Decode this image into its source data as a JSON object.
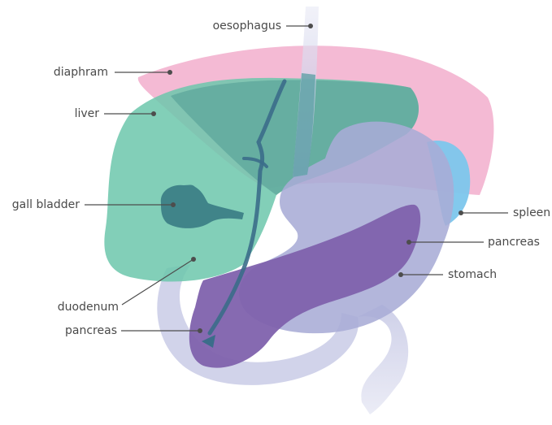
{
  "labels": {
    "oesophagus": "oesophagus",
    "diaphram": "diaphram",
    "liver": "liver",
    "gall_bladder": "gall bladder",
    "duodenum": "duodenum",
    "pancreas_left": "pancreas",
    "spleen": "spleen",
    "pancreas_right": "pancreas",
    "stomach": "stomach"
  },
  "colors": {
    "diaphragm": "#f3b3cf",
    "liver": "#6cc7ac",
    "liver_overlap": "#5ea59b",
    "stomach": "#a8acd6",
    "intestine": "#c9cbe6",
    "pancreas": "#7f62ad",
    "spleen": "#7cc6ec",
    "gall_bladder": "#3c7f86",
    "bile_duct": "#3b6d8a",
    "leader": "#4d4d4d"
  }
}
